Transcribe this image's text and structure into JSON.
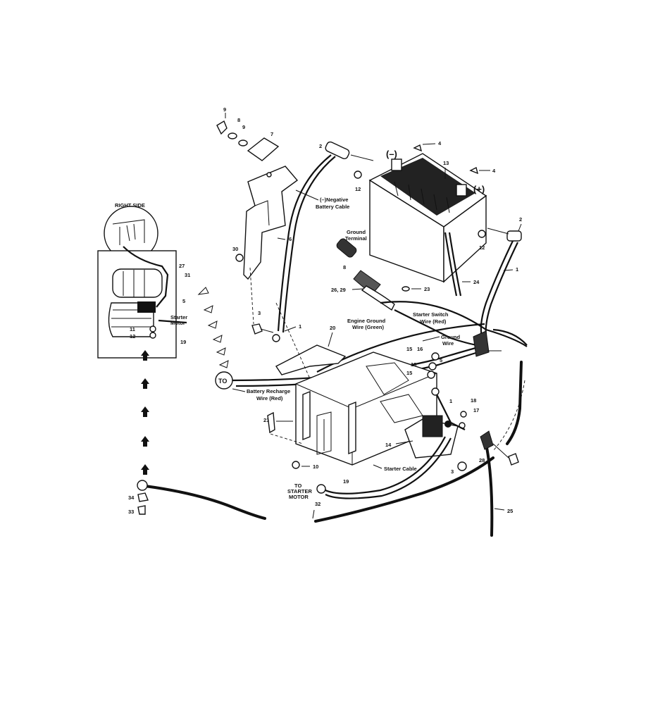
{
  "diagram": {
    "inset": {
      "header": "RIGHT SIDE",
      "starter_label": [
        "Starter",
        "Motor"
      ],
      "callouts": [
        "27",
        "31",
        "5",
        "11",
        "12",
        "19"
      ]
    },
    "labels": {
      "negative_cable": [
        "(–)Negative",
        "Battery Cable"
      ],
      "ground_terminal": [
        "Ground",
        "Terminal"
      ],
      "engine_ground": [
        "Engine Ground",
        "Wire (Green)"
      ],
      "starter_switch": [
        "Starter Switch",
        "Wire (Red)"
      ],
      "ground_wire": [
        "Ground",
        "Wire"
      ],
      "battery_recharge": [
        "Battery Recharge",
        "Wire (Red)"
      ],
      "starter_cable": "Starter Cable",
      "to_starter": [
        "TO",
        "STARTER",
        "MOTOR"
      ],
      "to_circle": "TO",
      "neg_terminal": "(–)",
      "pos_terminal": "(+)"
    },
    "callouts": {
      "c9a": "9",
      "c8": "8",
      "c9b": "9",
      "c7": "7",
      "c2a": "2",
      "c4a": "4",
      "c13": "13",
      "c4b": "4",
      "c12a": "12",
      "c2b": "2",
      "c12b": "12",
      "c6": "6",
      "c30": "30",
      "c8b": "8",
      "c26a": "26, 29",
      "c23": "23",
      "c24": "24",
      "c1a": "1",
      "c3a": "3",
      "c1b": "1",
      "c20": "20",
      "c15a": "15",
      "c16a": "16",
      "c5": "5",
      "c16b": "16",
      "c15b": "15",
      "c1c": "1",
      "c18": "18",
      "c17": "17",
      "c21": "21",
      "c14": "14",
      "c28": "28",
      "c3b": "3",
      "c10": "10",
      "c19": "19",
      "c32": "32",
      "c25": "25",
      "c34": "34",
      "c33": "33"
    }
  }
}
